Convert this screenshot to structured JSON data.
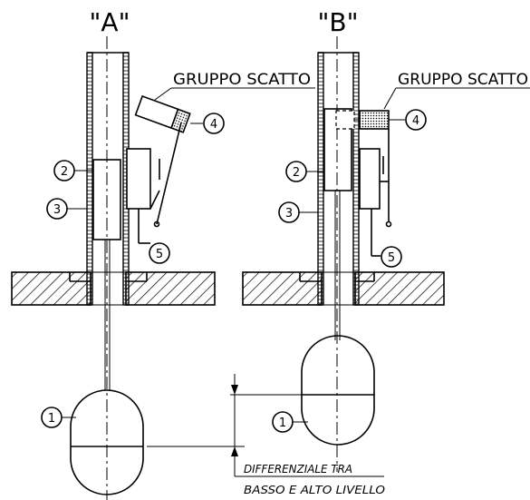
{
  "diagram": {
    "label_a": "\"A\"",
    "label_b": "\"B\"",
    "trip_group_a": "GRUPPO SCATTO",
    "trip_group_b": "GRUPPO SCATTO",
    "differential_line1": "DIFFERENZIALE TRA",
    "differential_line2": "BASSO E ALTO LIVELLO",
    "callouts_a": [
      "1",
      "2",
      "3",
      "4",
      "5"
    ],
    "callouts_b": [
      "1",
      "2",
      "3",
      "4",
      "5"
    ]
  }
}
